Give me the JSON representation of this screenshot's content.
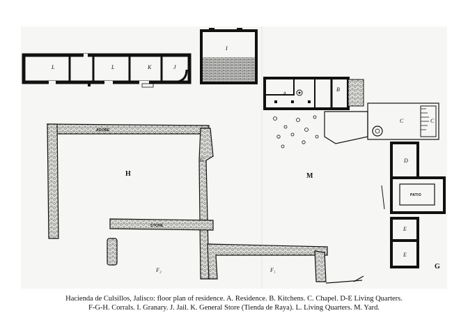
{
  "labels": {
    "A": "A",
    "B": "B",
    "C1": "C",
    "C2": "C",
    "D": "D",
    "E1": "E",
    "E2": "E",
    "F1": "F₁",
    "F2": "F₂",
    "G": "G",
    "G_corral": "G",
    "H": "H",
    "I": "I",
    "J": "J",
    "K": "K",
    "L1": "L",
    "L2": "L",
    "M": "M",
    "adobe": "ADOBE",
    "stone": "STONE",
    "patio": "PATIO"
  },
  "caption": {
    "line1": "Hacienda de Culsillos, Jalisco: floor plan of residence. A. Residence. B. Kitchens. C. Chapel. D-E Living Quarters.",
    "line2": "F-G-H. Corrals. I. Granary. J. Jail. K. General Store (Tienda de Raya). L. Living Quarters. M. Yard."
  },
  "colors": {
    "ink": "#111111",
    "paper": "#ffffff",
    "sheet": "#f6f6f4",
    "stone": "#d9d9d6"
  }
}
